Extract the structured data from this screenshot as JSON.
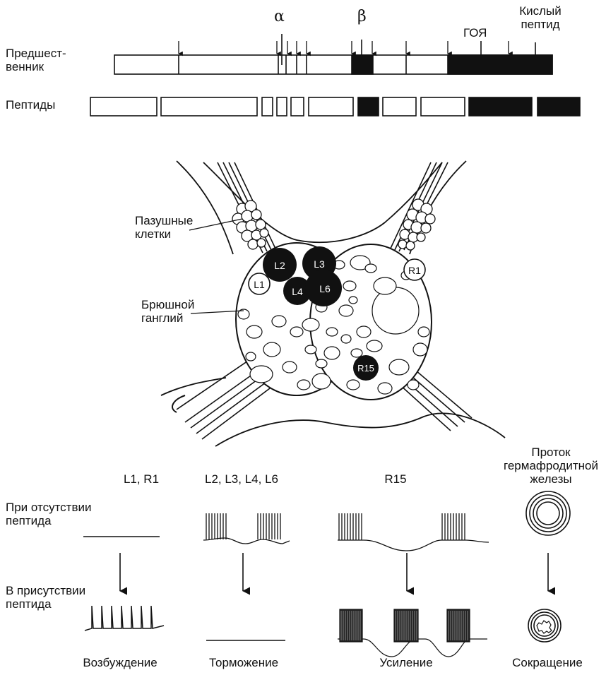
{
  "precursor": {
    "row_label": "Предшест-\nвенник",
    "alpha": "α",
    "beta": "β",
    "goya": "ГОЯ",
    "acid_peptide": "Кислый\nпептид"
  },
  "peptides_row_label": "Пептиды",
  "ganglion": {
    "bag_cells_label": "Пазушные\nклетки",
    "abdominal_ganglion_label": "Брюшной\nганглий",
    "neurons": [
      "L1",
      "L2",
      "L3",
      "L4",
      "L6",
      "R1",
      "R15"
    ]
  },
  "responses": {
    "row_absent": "При отсутствии\nпептида",
    "row_present": "В присутствии\nпептида",
    "columns": [
      {
        "header": "L1, R1",
        "result": "Возбуждение"
      },
      {
        "header": "L2, L3, L4, L6",
        "result": "Торможение"
      },
      {
        "header": "R15",
        "result": "Усиление"
      },
      {
        "header": "Проток\nгермафродитной\nжелезы",
        "result": "Сокращение"
      }
    ]
  },
  "colors": {
    "ink": "#111111",
    "background": "#ffffff"
  }
}
